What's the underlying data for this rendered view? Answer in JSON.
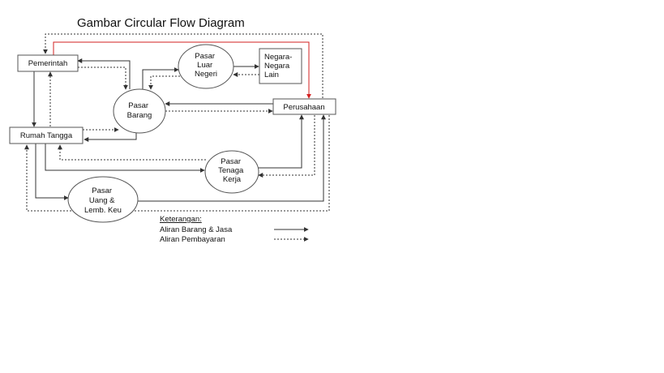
{
  "title": "Gambar Circular Flow Diagram",
  "nodes": {
    "pemerintah": [
      "Pemerintah"
    ],
    "rumah_tangga": [
      "Rumah Tangga"
    ],
    "perusahaan": [
      "Perusahaan"
    ],
    "negara_lain": [
      "Negara-",
      "Negara",
      "Lain"
    ],
    "pasar_luar_negeri": [
      "Pasar",
      "Luar",
      "Negeri"
    ],
    "pasar_barang": [
      "Pasar",
      "Barang"
    ],
    "pasar_tenaga_kerja": [
      "Pasar",
      "Tenaga",
      "Kerja"
    ],
    "pasar_uang": [
      "Pasar",
      "Uang &",
      "Lemb. Keu"
    ]
  },
  "legend": {
    "heading": "Keterangan:",
    "items": [
      {
        "label": "Aliran Barang & Jasa",
        "style": "solid"
      },
      {
        "label": "Aliran Pembayaran",
        "style": "dotted"
      }
    ]
  },
  "colors": {
    "line": "#333333",
    "highlight": "#d32020",
    "border": "#555555"
  }
}
